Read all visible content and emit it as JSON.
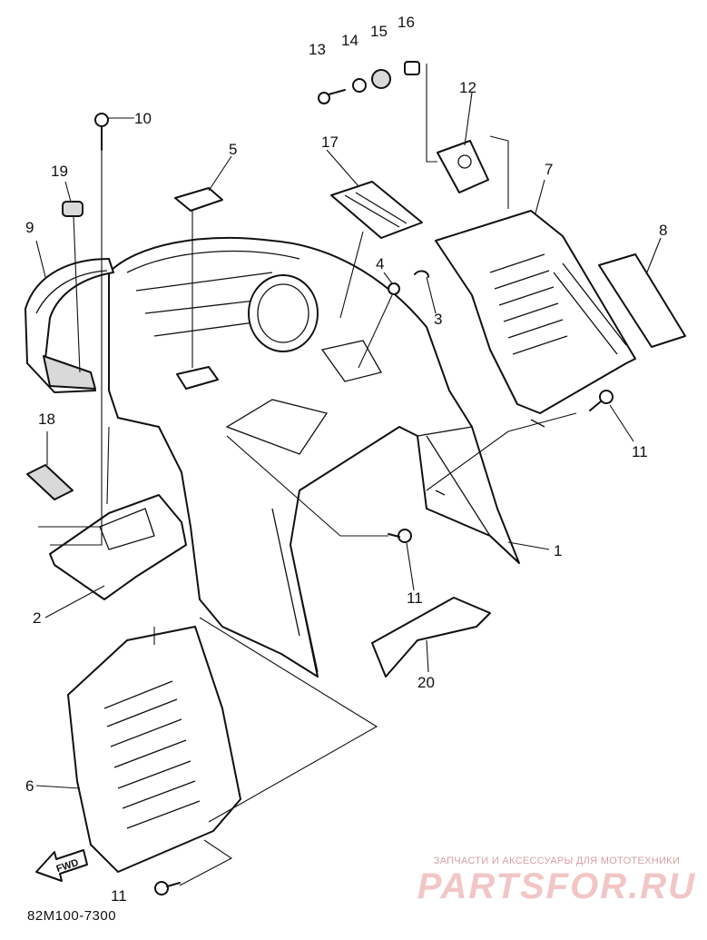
{
  "callouts": {
    "c1": "1",
    "c2": "2",
    "c3": "3",
    "c4": "4",
    "c5": "5",
    "c6": "6",
    "c7": "7",
    "c8": "8",
    "c9": "9",
    "c10": "10",
    "c11a": "11",
    "c11b": "11",
    "c11c": "11",
    "c12": "12",
    "c13": "13",
    "c14": "14",
    "c15": "15",
    "c16": "16",
    "c17": "17",
    "c18": "18",
    "c19": "19",
    "c20": "20"
  },
  "fwd_label": "FWD",
  "diagram_code": "82M100-7300",
  "watermark": {
    "tagline": "ЗАПЧАСТИ И АКСЕССУАРЫ ДЛЯ МОТОТЕХНИКИ",
    "logo": "PARTSFOR.RU"
  }
}
